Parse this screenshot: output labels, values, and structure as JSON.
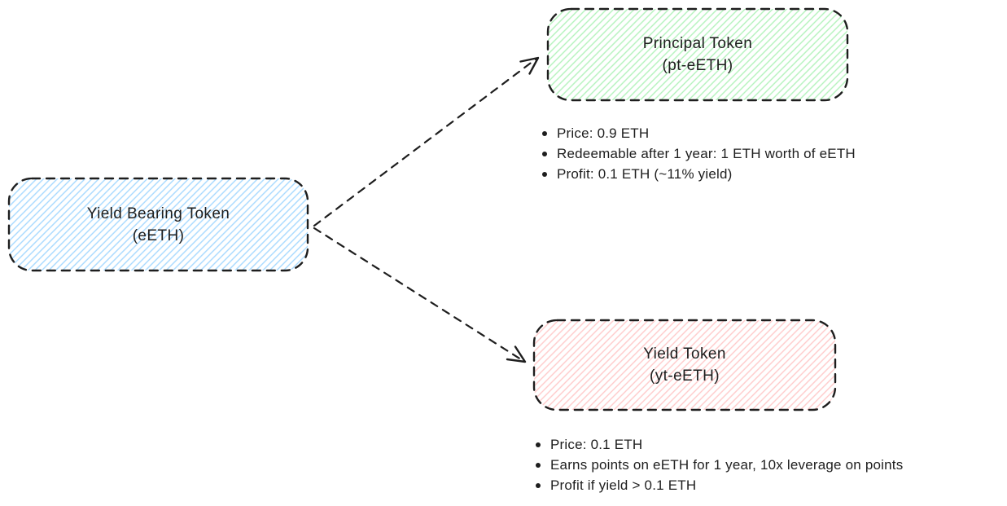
{
  "diagram": {
    "background_color": "#ffffff",
    "stroke_color": "#1e1e1e",
    "nodes": {
      "source": {
        "title": "Yield Bearing Token",
        "subtitle": "(eETH)",
        "fill_color": "#a5d8ff",
        "fill_style": "hachure",
        "border_style": "dashed"
      },
      "principal": {
        "title": "Principal Token",
        "subtitle": "(pt-eETH)",
        "fill_color": "#b2f2bb",
        "fill_style": "hachure",
        "border_style": "dashed"
      },
      "yield": {
        "title": "Yield Token",
        "subtitle": "(yt-eETH)",
        "fill_color": "#ffc9c9",
        "fill_style": "hachure",
        "border_style": "dashed"
      }
    },
    "edges": [
      {
        "from": "Yield Bearing Token (eETH)",
        "to": "Principal Token (pt-eETH)",
        "style": "dashed-arrow"
      },
      {
        "from": "Yield Bearing Token (eETH)",
        "to": "Yield Token (yt-eETH)",
        "style": "dashed-arrow"
      }
    ],
    "principal_notes": [
      "Price: 0.9 ETH",
      "Redeemable after 1 year: 1 ETH worth of eETH",
      "Profit: 0.1 ETH (~11% yield)"
    ],
    "yield_notes": [
      "Price: 0.1 ETH",
      "Earns points on eETH for 1 year, 10x leverage on points",
      "Profit if yield > 0.1 ETH"
    ]
  }
}
